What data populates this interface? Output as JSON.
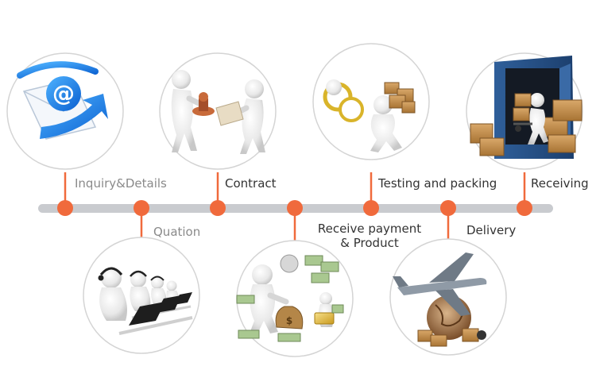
{
  "colors": {
    "timeline": "#c9cbcf",
    "node": "#f06a3c",
    "connector": "#f06a3c",
    "circle_border": "#d4d4d4",
    "label_dark": "#333333",
    "label_muted": "#8a8a8a"
  },
  "steps": [
    {
      "id": "inquiry",
      "label": "Inquiry&Details",
      "position": "above",
      "muted": true,
      "illustration": "email-icon"
    },
    {
      "id": "quotation",
      "label": "Quation",
      "position": "below",
      "muted": true,
      "illustration": "call-center-illustration"
    },
    {
      "id": "contract",
      "label": "Contract",
      "position": "above",
      "muted": false,
      "illustration": "handshake-stamp-illustration"
    },
    {
      "id": "payment",
      "label_lines": [
        "Receive payment",
        "& Product"
      ],
      "position": "below",
      "muted": false,
      "illustration": "money-bag-illustration"
    },
    {
      "id": "testing",
      "label": "Testing and packing",
      "position": "above",
      "muted": false,
      "illustration": "magnifier-boxes-illustration"
    },
    {
      "id": "delivery",
      "label": "Delivery",
      "position": "below",
      "muted": false,
      "illustration": "airplane-globe-illustration"
    },
    {
      "id": "receiving",
      "label": "Receiving",
      "position": "above",
      "muted": false,
      "illustration": "container-unloading-illustration"
    }
  ]
}
